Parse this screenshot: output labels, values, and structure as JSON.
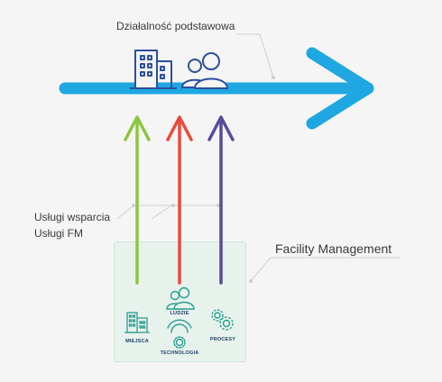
{
  "core_activity": {
    "label": "Działalność podstawowa"
  },
  "support": {
    "line1": "Usługi wsparcia",
    "line2": "Usługi FM"
  },
  "facility_management": {
    "label": "Facility Management",
    "icons": [
      {
        "name": "building-icon",
        "caption": "MIEJSCA"
      },
      {
        "name": "people-icon",
        "caption": "LUDZIE"
      },
      {
        "name": "wifi-gear-icon",
        "caption": "TECHNOLOGIA"
      },
      {
        "name": "gears-icon",
        "caption": "PROCESY"
      }
    ]
  },
  "colors": {
    "main_arrow": "#1ea7e1",
    "arrow_green": "#8cc63f",
    "arrow_red": "#e94b3c",
    "arrow_purple": "#5b4aa0",
    "icon_navy": "#1f3f66",
    "icon_teal": "#2a9d8f",
    "leader_line": "#cfcfcf"
  }
}
